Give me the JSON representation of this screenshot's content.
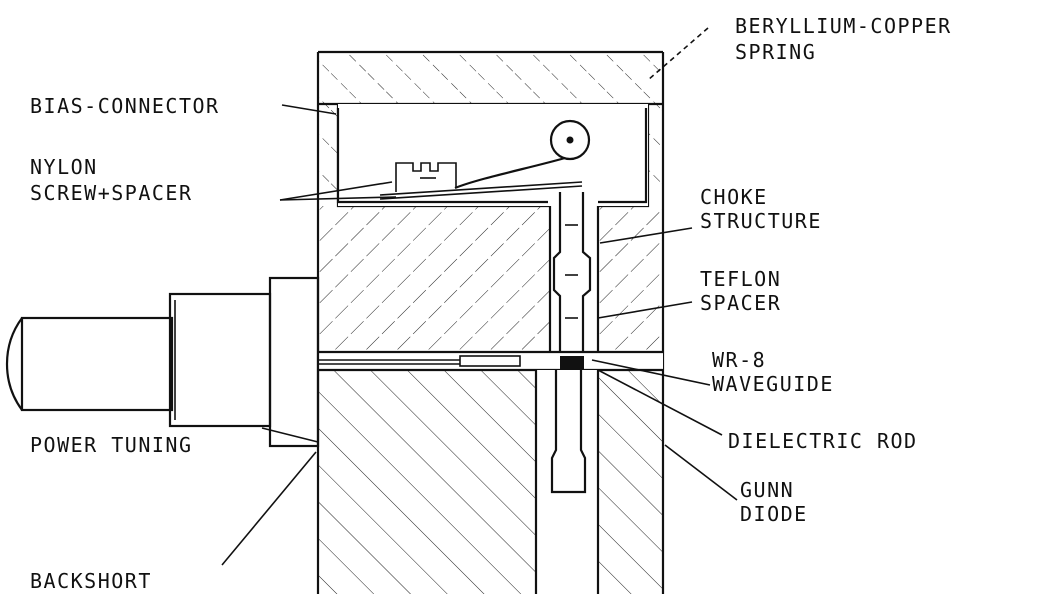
{
  "labels": {
    "spring_line1": "BERYLLIUM-COPPER",
    "spring_line2": "SPRING",
    "bias_connector": "BIAS-CONNECTOR",
    "nylon_line1": "NYLON",
    "nylon_line2": "SCREW+SPACER",
    "choke_line1": "CHOKE",
    "choke_line2": "STRUCTURE",
    "teflon_line1": "TEFLON",
    "teflon_line2": "SPACER",
    "waveguide_line1": "WR-8",
    "waveguide_line2": "WAVEGUIDE",
    "power_tuning": "POWER TUNING",
    "dielectric_rod": "DIELECTRIC ROD",
    "gunn_line1": "GUNN",
    "gunn_line2": "DIODE",
    "backshort": "BACKSHORT"
  }
}
